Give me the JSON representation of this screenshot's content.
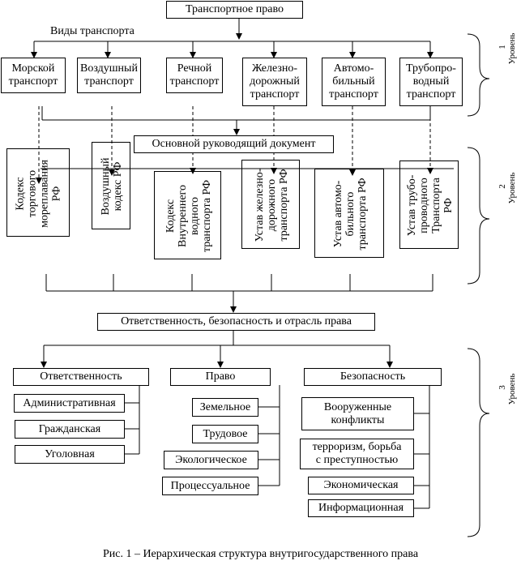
{
  "root": "Транспортное право",
  "types_label": "Виды транспорта",
  "transport_types": [
    [
      "Морской",
      "транспорт"
    ],
    [
      "Воздушный",
      "транспорт"
    ],
    [
      "Речной",
      "транспорт"
    ],
    [
      "Железно-",
      "дорожный",
      "транспорт"
    ],
    [
      "Автомо-",
      "бильный",
      "транспорт"
    ],
    [
      "Трубопро-",
      "водный",
      "транспорт"
    ]
  ],
  "main_document": "Основной руководящий документ",
  "documents": [
    [
      "Кодекс",
      "торгового",
      "мореплавания",
      "РФ"
    ],
    [
      "Воздушный",
      "кодекс РФ"
    ],
    [
      "Кодекс",
      "Внутреннего",
      "водного",
      "транспорта РФ"
    ],
    [
      "Устав железно-",
      "дорожного",
      "транспорта РФ"
    ],
    [
      "Устав автомо-",
      "бильного",
      "транспорта РФ"
    ],
    [
      "Устав трубо-",
      "проводного",
      "Транспорта",
      "РФ"
    ]
  ],
  "responsibility_main": "Ответственность, безопасность и отрасль права",
  "branches": [
    {
      "title": "Ответственность",
      "items": [
        [
          "Административная"
        ],
        [
          "Гражданская"
        ],
        [
          "Уголовная"
        ]
      ]
    },
    {
      "title": "Право",
      "items": [
        [
          "Земельное"
        ],
        [
          "Трудовое"
        ],
        [
          "Экологическое"
        ],
        [
          "Процессуальное"
        ]
      ]
    },
    {
      "title": "Безопасность",
      "items": [
        [
          "Вооруженные",
          "конфликты"
        ],
        [
          "терроризм, борьба",
          "с преступностью"
        ],
        [
          "Экономическая"
        ],
        [
          "Информационная"
        ]
      ]
    }
  ],
  "levels": [
    {
      "number": "1",
      "word": "Уровень"
    },
    {
      "number": "2",
      "word": "Уровень"
    },
    {
      "number": "3",
      "word": "Уровень"
    }
  ],
  "caption": "Рис. 1 – Иерархическая структура внутригосударственного права"
}
